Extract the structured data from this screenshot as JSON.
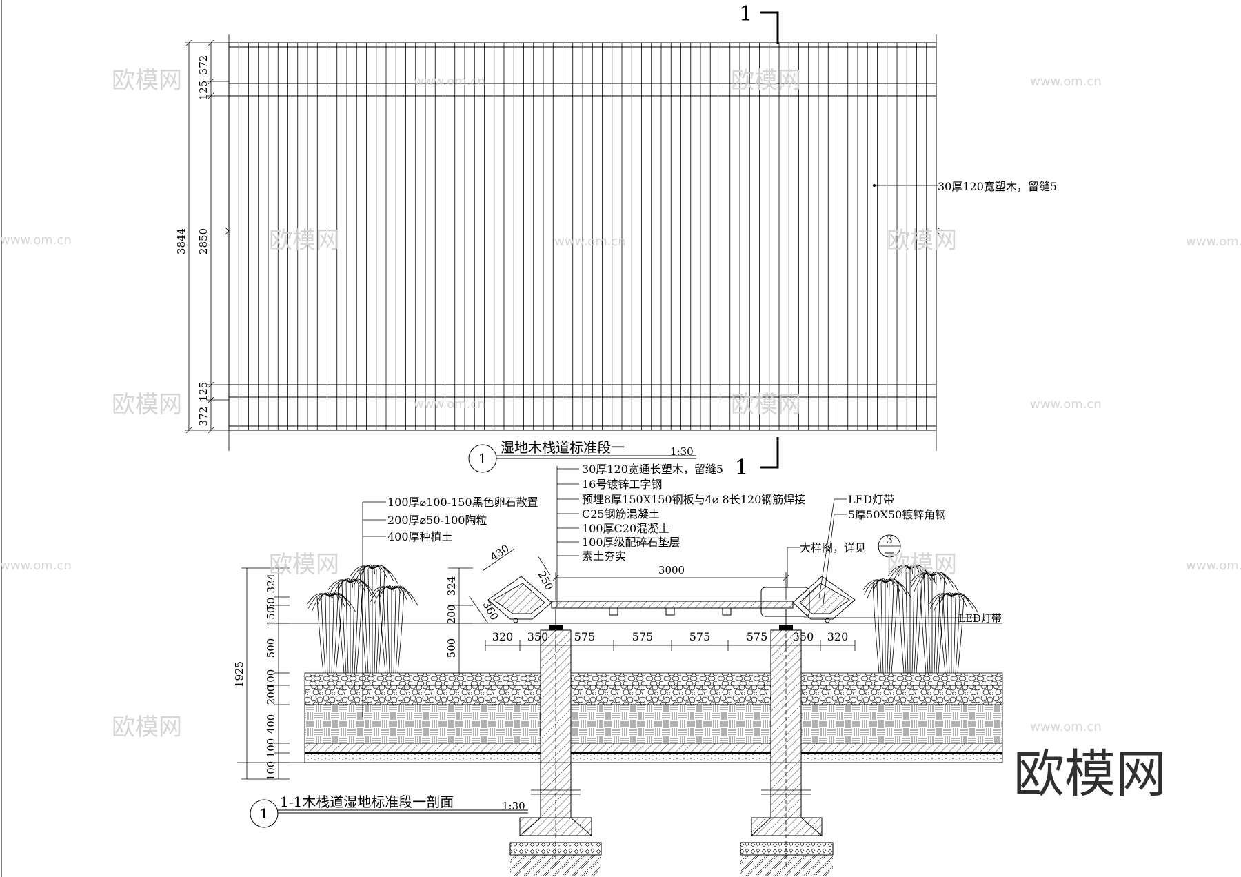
{
  "plan": {
    "section_mark": "1",
    "title": "湿地木栈道标准段一",
    "scale": "1:30",
    "number": "1",
    "callout": "30厚120宽塑木，留缝5",
    "dims": {
      "total": "3844",
      "edge_top": "372",
      "gap_top": "125",
      "middle": "2850",
      "gap_bottom": "125",
      "edge_bottom": "372"
    }
  },
  "section": {
    "title": "1-1木栈道湿地标准段一剖面",
    "scale": "1:30",
    "number": "1",
    "labels_center": [
      "30厚120宽通长塑木，留缝5",
      "16号镀锌工字钢",
      "预埋8厚150X150钢板与4⌀ 8长120钢筋焊接",
      "C25钢筋混凝土",
      "100厚C20混凝土",
      "100厚级配碎石垫层",
      "素土夯实"
    ],
    "labels_left": [
      "100厚⌀100-150黑色卵石散置",
      "200厚⌀50-100陶粒",
      "400厚种植土"
    ],
    "label_led": "LED灯带",
    "label_angle": "5厚50X50镀锌角钢",
    "label_detail": "大样图，详见",
    "detail_ref": "3",
    "detail_ref_sub": "—",
    "label_led_right": "LED灯带",
    "dim_span": "3000",
    "dim_bottom": [
      "320",
      "350",
      "575",
      "575",
      "575",
      "575",
      "350",
      "320"
    ],
    "dim_left_total": "1925",
    "dim_left_col1": [
      "50",
      "150",
      "500",
      "100",
      "200",
      "400",
      "100",
      "100"
    ],
    "dim_left_col2": [
      "324"
    ],
    "dim_left_col3": [
      "324",
      "200",
      "500"
    ],
    "dim_bench": [
      "430",
      "250",
      "360"
    ]
  },
  "watermark": {
    "brand": "欧模网",
    "url": "www.om.cn"
  }
}
